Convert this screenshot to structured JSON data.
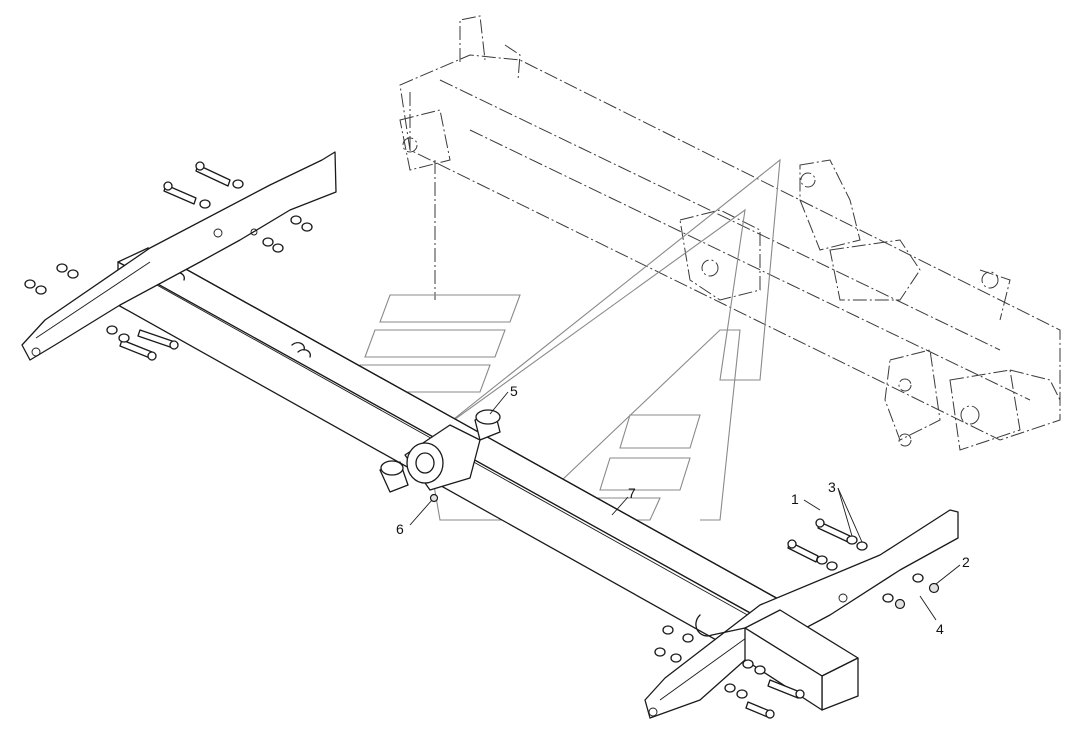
{
  "callouts": [
    {
      "id": "1",
      "text": "1"
    },
    {
      "id": "2",
      "text": "2"
    },
    {
      "id": "3",
      "text": "3"
    },
    {
      "id": "4",
      "text": "4"
    },
    {
      "id": "5",
      "text": "5"
    },
    {
      "id": "6",
      "text": "6"
    },
    {
      "id": "7",
      "text": "7"
    }
  ],
  "colors": {
    "line": "#1a1a1a",
    "watermark": "#8a8a8a",
    "background": "#ffffff"
  },
  "icons": {
    "watermark": "watermark-logo"
  }
}
